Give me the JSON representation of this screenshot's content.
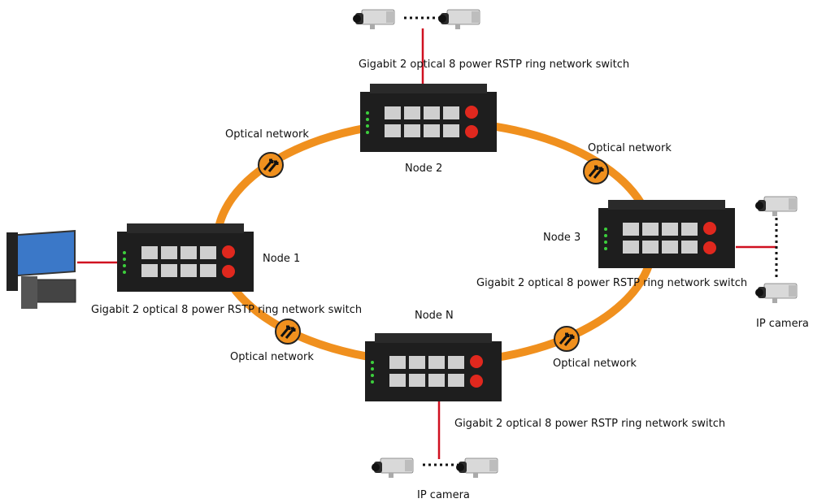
{
  "switch_desc": "Gigabit 2 optical 8 power RSTP ring network switch",
  "optical_label": "Optical network",
  "nodes": {
    "node1": "Node 1",
    "node2": "Node 2",
    "node3": "Node 3",
    "nodeN": "Node N"
  },
  "ip_camera": "IP camera",
  "colors": {
    "ring": "#f0901e",
    "link": "#d01020",
    "switch_body": "#1e1e1e",
    "fiber_port": "#e0281e"
  },
  "icons": [
    "switch-icon",
    "ip-camera-icon",
    "computer-icon",
    "double-arrow-icon"
  ]
}
